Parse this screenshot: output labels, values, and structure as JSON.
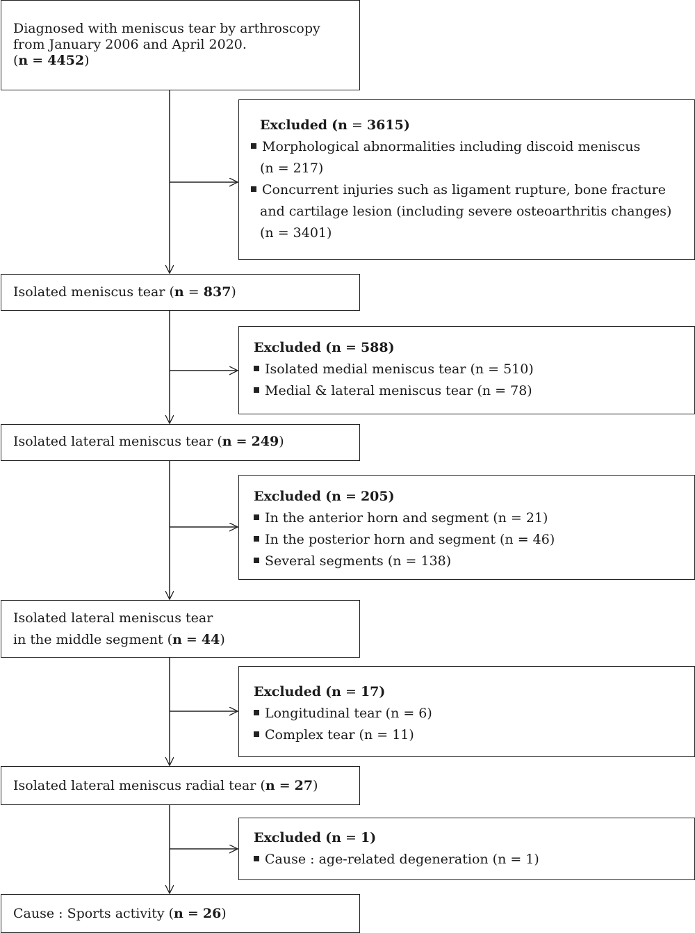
{
  "boxes": {
    "b1": {
      "lines": [
        "Diagnosed with meniscus tear by arthroscopy",
        "from January 2006 and April 2020."
      ],
      "count_prefix": "(",
      "count": "4452",
      "count_suffix": ")"
    },
    "b2": {
      "text": "Isolated meniscus tear (",
      "count": "837",
      "suffix": ")"
    },
    "b3": {
      "text": "Isolated lateral meniscus tear (",
      "count": "249",
      "suffix": ")"
    },
    "b4": {
      "line1": "Isolated lateral meniscus tear",
      "text": "in the middle segment (",
      "count": "44",
      "suffix": ")"
    },
    "b5": {
      "text": "Isolated lateral meniscus radial tear (",
      "count": "27",
      "suffix": ")"
    },
    "b6": {
      "text": "Cause : Sports activity (",
      "count": "26",
      "suffix": ")"
    }
  },
  "exclusions": {
    "e1": {
      "label": "Excluded",
      "count": "3615",
      "items": [
        "Morphological abnormalities including discoid meniscus",
        "Concurrent injuries such as ligament rupture, bone fracture"
      ],
      "continuations": [
        "(n = 217)",
        "and cartilage lesion (including severe osteoarthritis changes)",
        "(n = 3401)"
      ]
    },
    "e2": {
      "label": "Excluded",
      "count": "588",
      "items": [
        "Isolated medial meniscus tear (n = 510)",
        "Medial & lateral meniscus tear (n = 78)"
      ]
    },
    "e3": {
      "label": "Excluded",
      "count": "205",
      "items": [
        "In the anterior horn and segment (n = 21)",
        "In the posterior horn and segment (n = 46)",
        "Several segments (n = 138)"
      ]
    },
    "e4": {
      "label": "Excluded",
      "count": "17",
      "items": [
        "Longitudinal tear (n = 6)",
        "Complex tear (n = 11)"
      ]
    },
    "e5": {
      "label": "Excluded",
      "count": "1",
      "items": [
        "Cause : age-related degeneration (n = 1)"
      ]
    }
  },
  "n_label": "n",
  "eq": " = "
}
